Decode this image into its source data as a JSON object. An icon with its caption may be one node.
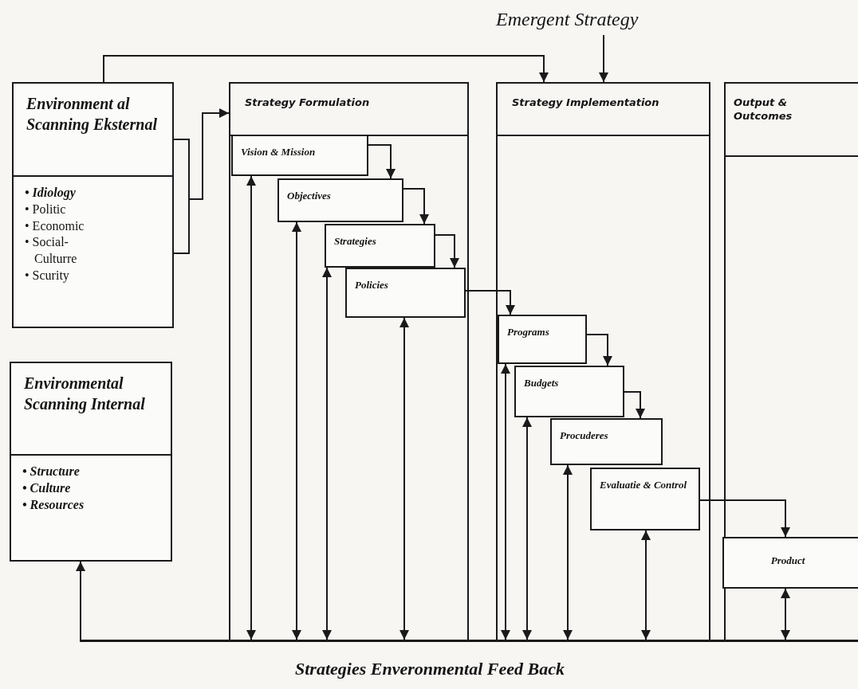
{
  "diagram": {
    "nodes": [
      {
        "text": [
          "Environment al Scanning Eksternal",
          "• Idiology",
          "• Politic",
          "• Economic",
          "• Social- Culturre",
          "• Scurity"
        ]
      },
      {
        "text": [
          "Environmental Scanning Internal",
          "• Structure",
          "• Culture",
          "• Resources"
        ]
      },
      {
        "text": [
          "Strategy Formulation"
        ]
      },
      {
        "text": [
          "Vision & Mission"
        ],
        "in": 2
      },
      {
        "text": [
          "Objectives"
        ],
        "in": 2
      },
      {
        "text": [
          "Strategies"
        ],
        "in": 2
      },
      {
        "text": [
          "Policies"
        ],
        "in": 2
      },
      {
        "text": [
          "Strategy Implementation"
        ]
      },
      {
        "text": [
          "Programs"
        ],
        "in": 7
      },
      {
        "text": [
          "Budgets"
        ],
        "in": 7
      },
      {
        "text": [
          "Procuderes"
        ],
        "in": 7
      },
      {
        "text": [
          "Evaluatie & Control"
        ],
        "in": 7
      },
      {
        "text": [
          "Output & Outcomes"
        ]
      },
      {
        "text": [
          "Product"
        ],
        "in": 12
      },
      {
        "text": [
          "Emergent Strategy"
        ]
      },
      {
        "text": [],
        "shape": "bar",
        "beside": [
          "Strategies Enveronmental Feed Back"
        ]
      }
    ],
    "edges": [
      {
        "from": 0,
        "to": 2,
        "arrow": "to"
      },
      {
        "from": 0,
        "to": 7,
        "arrow": "to"
      },
      {
        "from": 14,
        "to": 7,
        "arrow": "to"
      },
      {
        "from": 3,
        "to": 4,
        "arrow": "to"
      },
      {
        "from": 4,
        "to": 5,
        "arrow": "to"
      },
      {
        "from": 5,
        "to": 6,
        "arrow": "to"
      },
      {
        "from": 6,
        "to": 8,
        "arrow": "to"
      },
      {
        "from": 8,
        "to": 9,
        "arrow": "to"
      },
      {
        "from": 9,
        "to": 10,
        "arrow": "to"
      },
      {
        "from": 11,
        "to": 13,
        "arrow": "to"
      },
      {
        "from": 3,
        "to": 15,
        "arrow": "both"
      },
      {
        "from": 4,
        "to": 15,
        "arrow": "both"
      },
      {
        "from": 5,
        "to": 15,
        "arrow": "both"
      },
      {
        "from": 6,
        "to": 15,
        "arrow": "both"
      },
      {
        "from": 8,
        "to": 15,
        "arrow": "both"
      },
      {
        "from": 9,
        "to": 15,
        "arrow": "both"
      },
      {
        "from": 10,
        "to": 15,
        "arrow": "both"
      },
      {
        "from": 11,
        "to": 15,
        "arrow": "both"
      },
      {
        "from": 13,
        "to": 15,
        "arrow": "both"
      },
      {
        "from": 15,
        "to": 1,
        "arrow": "to"
      }
    ]
  }
}
